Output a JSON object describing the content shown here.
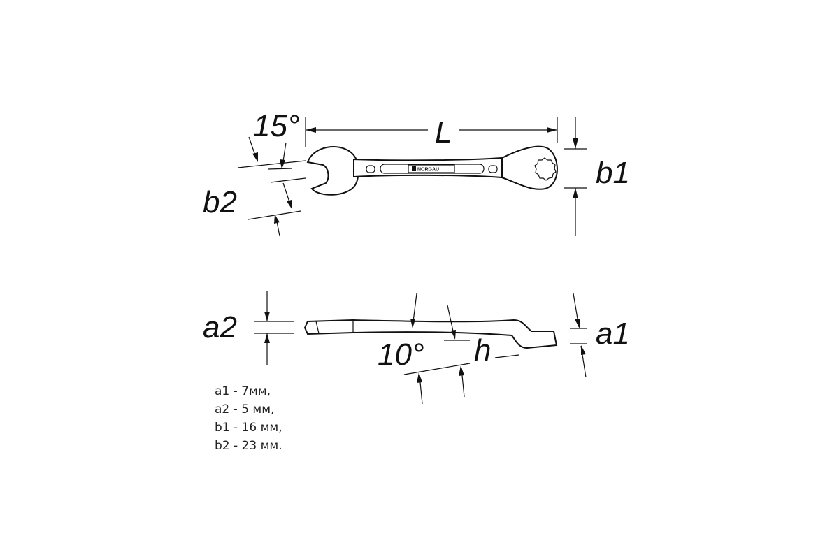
{
  "labels": {
    "angle_top": "15°",
    "length": "L",
    "b1": "b1",
    "b2": "b2",
    "a1": "a1",
    "a2": "a2",
    "angle_side": "10°",
    "height": "h",
    "brand": "NORGAU"
  },
  "specs": [
    "a1 - 7мм,",
    "a2 - 5 мм,",
    "b1 - 16 мм,",
    "b2 - 23 мм."
  ]
}
